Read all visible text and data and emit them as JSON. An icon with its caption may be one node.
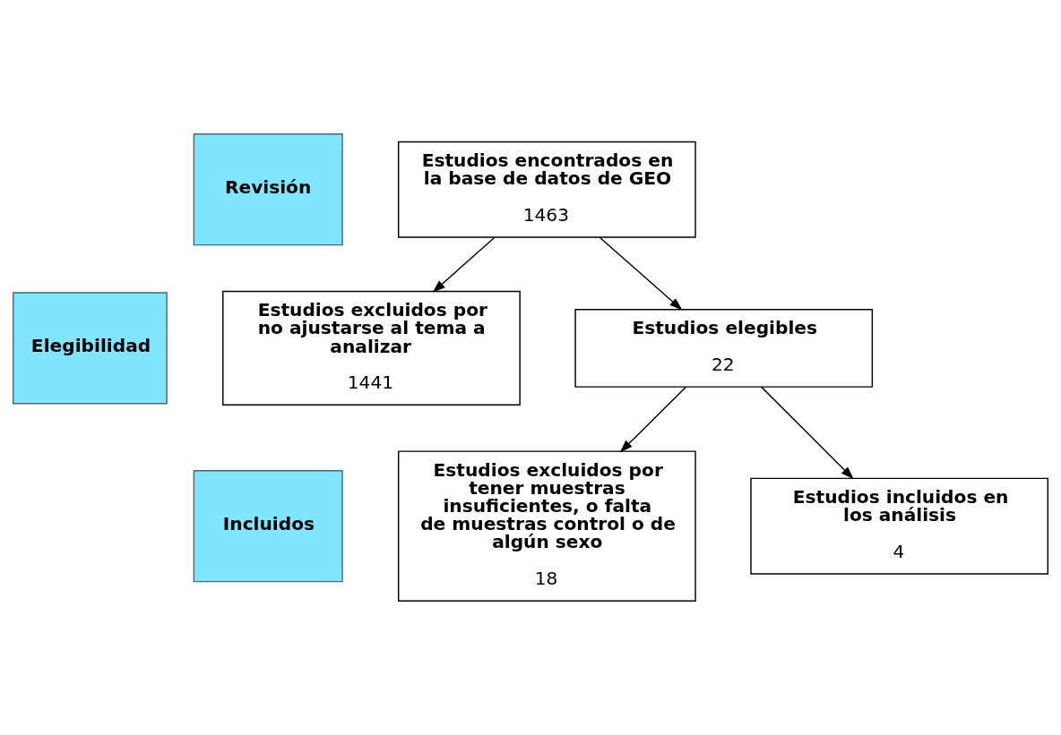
{
  "diagram": {
    "nodes": [
      {
        "text": [
          "Revisión"
        ]
      },
      {
        "text": [
          "Elegibilidad"
        ]
      },
      {
        "text": [
          "Incluidos"
        ]
      },
      {
        "text": [
          "Estudios encontrados en la base de datos de GEO",
          "1463"
        ]
      },
      {
        "text": [
          "Estudios excluidos por no ajustarse al tema a analizar",
          "1441"
        ]
      },
      {
        "text": [
          "Estudios elegibles",
          "22"
        ]
      },
      {
        "text": [
          "Estudios excluidos por tener muestras insuficientes, o falta de muestras control o de algún sexo",
          "18"
        ]
      },
      {
        "text": [
          "Estudios incluidos en los análisis",
          "4"
        ]
      }
    ],
    "edges": [
      {
        "from": 3,
        "to": 4,
        "arrow": "to"
      },
      {
        "from": 3,
        "to": 5,
        "arrow": "to"
      },
      {
        "from": 5,
        "to": 6,
        "arrow": "to"
      },
      {
        "from": 5,
        "to": 7,
        "arrow": "to"
      }
    ]
  }
}
